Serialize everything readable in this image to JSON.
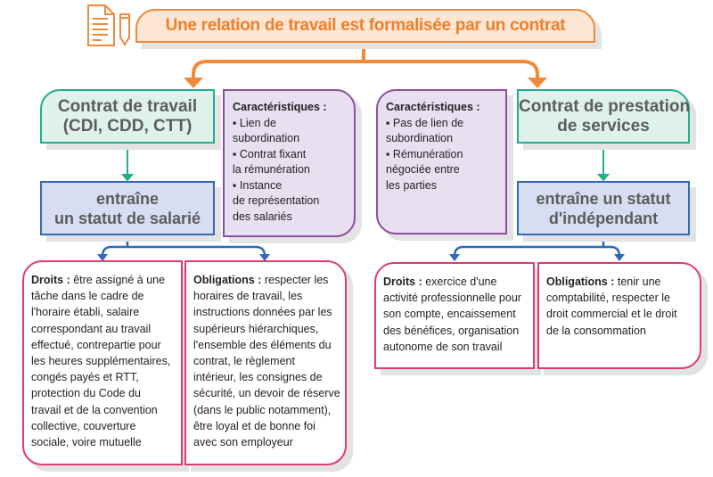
{
  "title": "Une relation de travail est formalisée par un contrat",
  "colors": {
    "orange": "#f0893a",
    "green": "#1fae90",
    "blue": "#2f6ab3",
    "purple": "#8b4f9e",
    "pink": "#e03a6e"
  },
  "left": {
    "contract": [
      "Contrat de travail",
      "(CDI, CDD, CTT)"
    ],
    "status": [
      "entraîne",
      "un statut de salarié"
    ],
    "characteristics": {
      "heading": "Caractéristiques :",
      "lines": [
        "▪ Lien de",
        "subordination",
        "▪ Contrat fixant",
        "la rémunération",
        "▪ Instance",
        "de représentation",
        "des salariés"
      ]
    },
    "rights": {
      "label": "Droits :",
      "first": " être assigné à une",
      "lines": [
        "tâche dans le cadre de",
        "l'horaire établi, salaire",
        "correspondant au travail",
        "effectué, contrepartie pour",
        "les heures supplémentaires,",
        "congés payés et RTT,",
        "protection du Code du",
        "travail et de la convention",
        "collective, couverture",
        "sociale, voire mutuelle"
      ]
    },
    "obligations": {
      "label": "Obligations :",
      "first": " respecter les",
      "lines": [
        "horaires de travail, les",
        "instructions données par les",
        "supérieurs hiérarchiques,",
        "l'ensemble des éléments du",
        "contrat, le règlement",
        "intérieur, les consignes de",
        "sécurité, un devoir de réserve",
        "(dans le public notamment),",
        "être loyal et de bonne foi",
        "avec son employeur"
      ]
    }
  },
  "right": {
    "contract": [
      "Contrat de prestation",
      "de services"
    ],
    "status": [
      "entraîne un statut",
      "d'indépendant"
    ],
    "characteristics": {
      "heading": "Caractéristiques :",
      "lines": [
        "▪ Pas de lien de",
        "subordination",
        "▪ Rémunération",
        "négociée entre",
        "les parties"
      ]
    },
    "rights": {
      "label": "Droits :",
      "first": " exercice d'une",
      "lines": [
        "activité professionnelle pour",
        "son compte, encaissement",
        "des bénéfices, organisation",
        "autonome de son travail"
      ]
    },
    "obligations": {
      "label": "Obligations :",
      "first": " tenir une",
      "lines": [
        "comptabilité, respecter le",
        "droit commercial et le droit",
        "de la consommation"
      ]
    }
  }
}
